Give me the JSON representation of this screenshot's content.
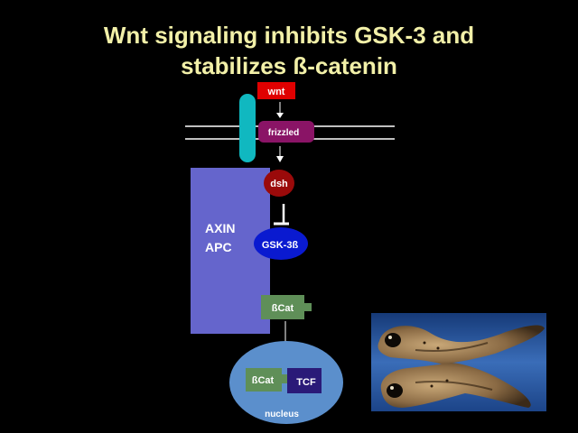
{
  "title": {
    "line1": "Wnt signaling inhibits GSK-3 and",
    "line2": "stabilizes ß-catenin"
  },
  "diagram": {
    "wnt": "wnt",
    "frizzled": "frizzled",
    "dsh": "dsh",
    "axin": "AXIN",
    "apc": "APC",
    "gsk3b": "GSK-3ß",
    "bcat_cytoplasm": "ßCat",
    "bcat_nucleus": "ßCat",
    "tcf": "TCF",
    "nucleus": "nucleus"
  },
  "colors": {
    "background": "#000000",
    "title": "#f2f0a8",
    "wnt": "#e00000",
    "frizzled": "#8a1466",
    "lrp": "#10b8c0",
    "dsh": "#9a0a0a",
    "axin_apc": "#6565cc",
    "gsk3b": "#0a1ad0",
    "bcat": "#5f8f58",
    "tcf": "#2a1a78",
    "nucleus": "#5b8fcc",
    "membrane": "#ffffff"
  }
}
